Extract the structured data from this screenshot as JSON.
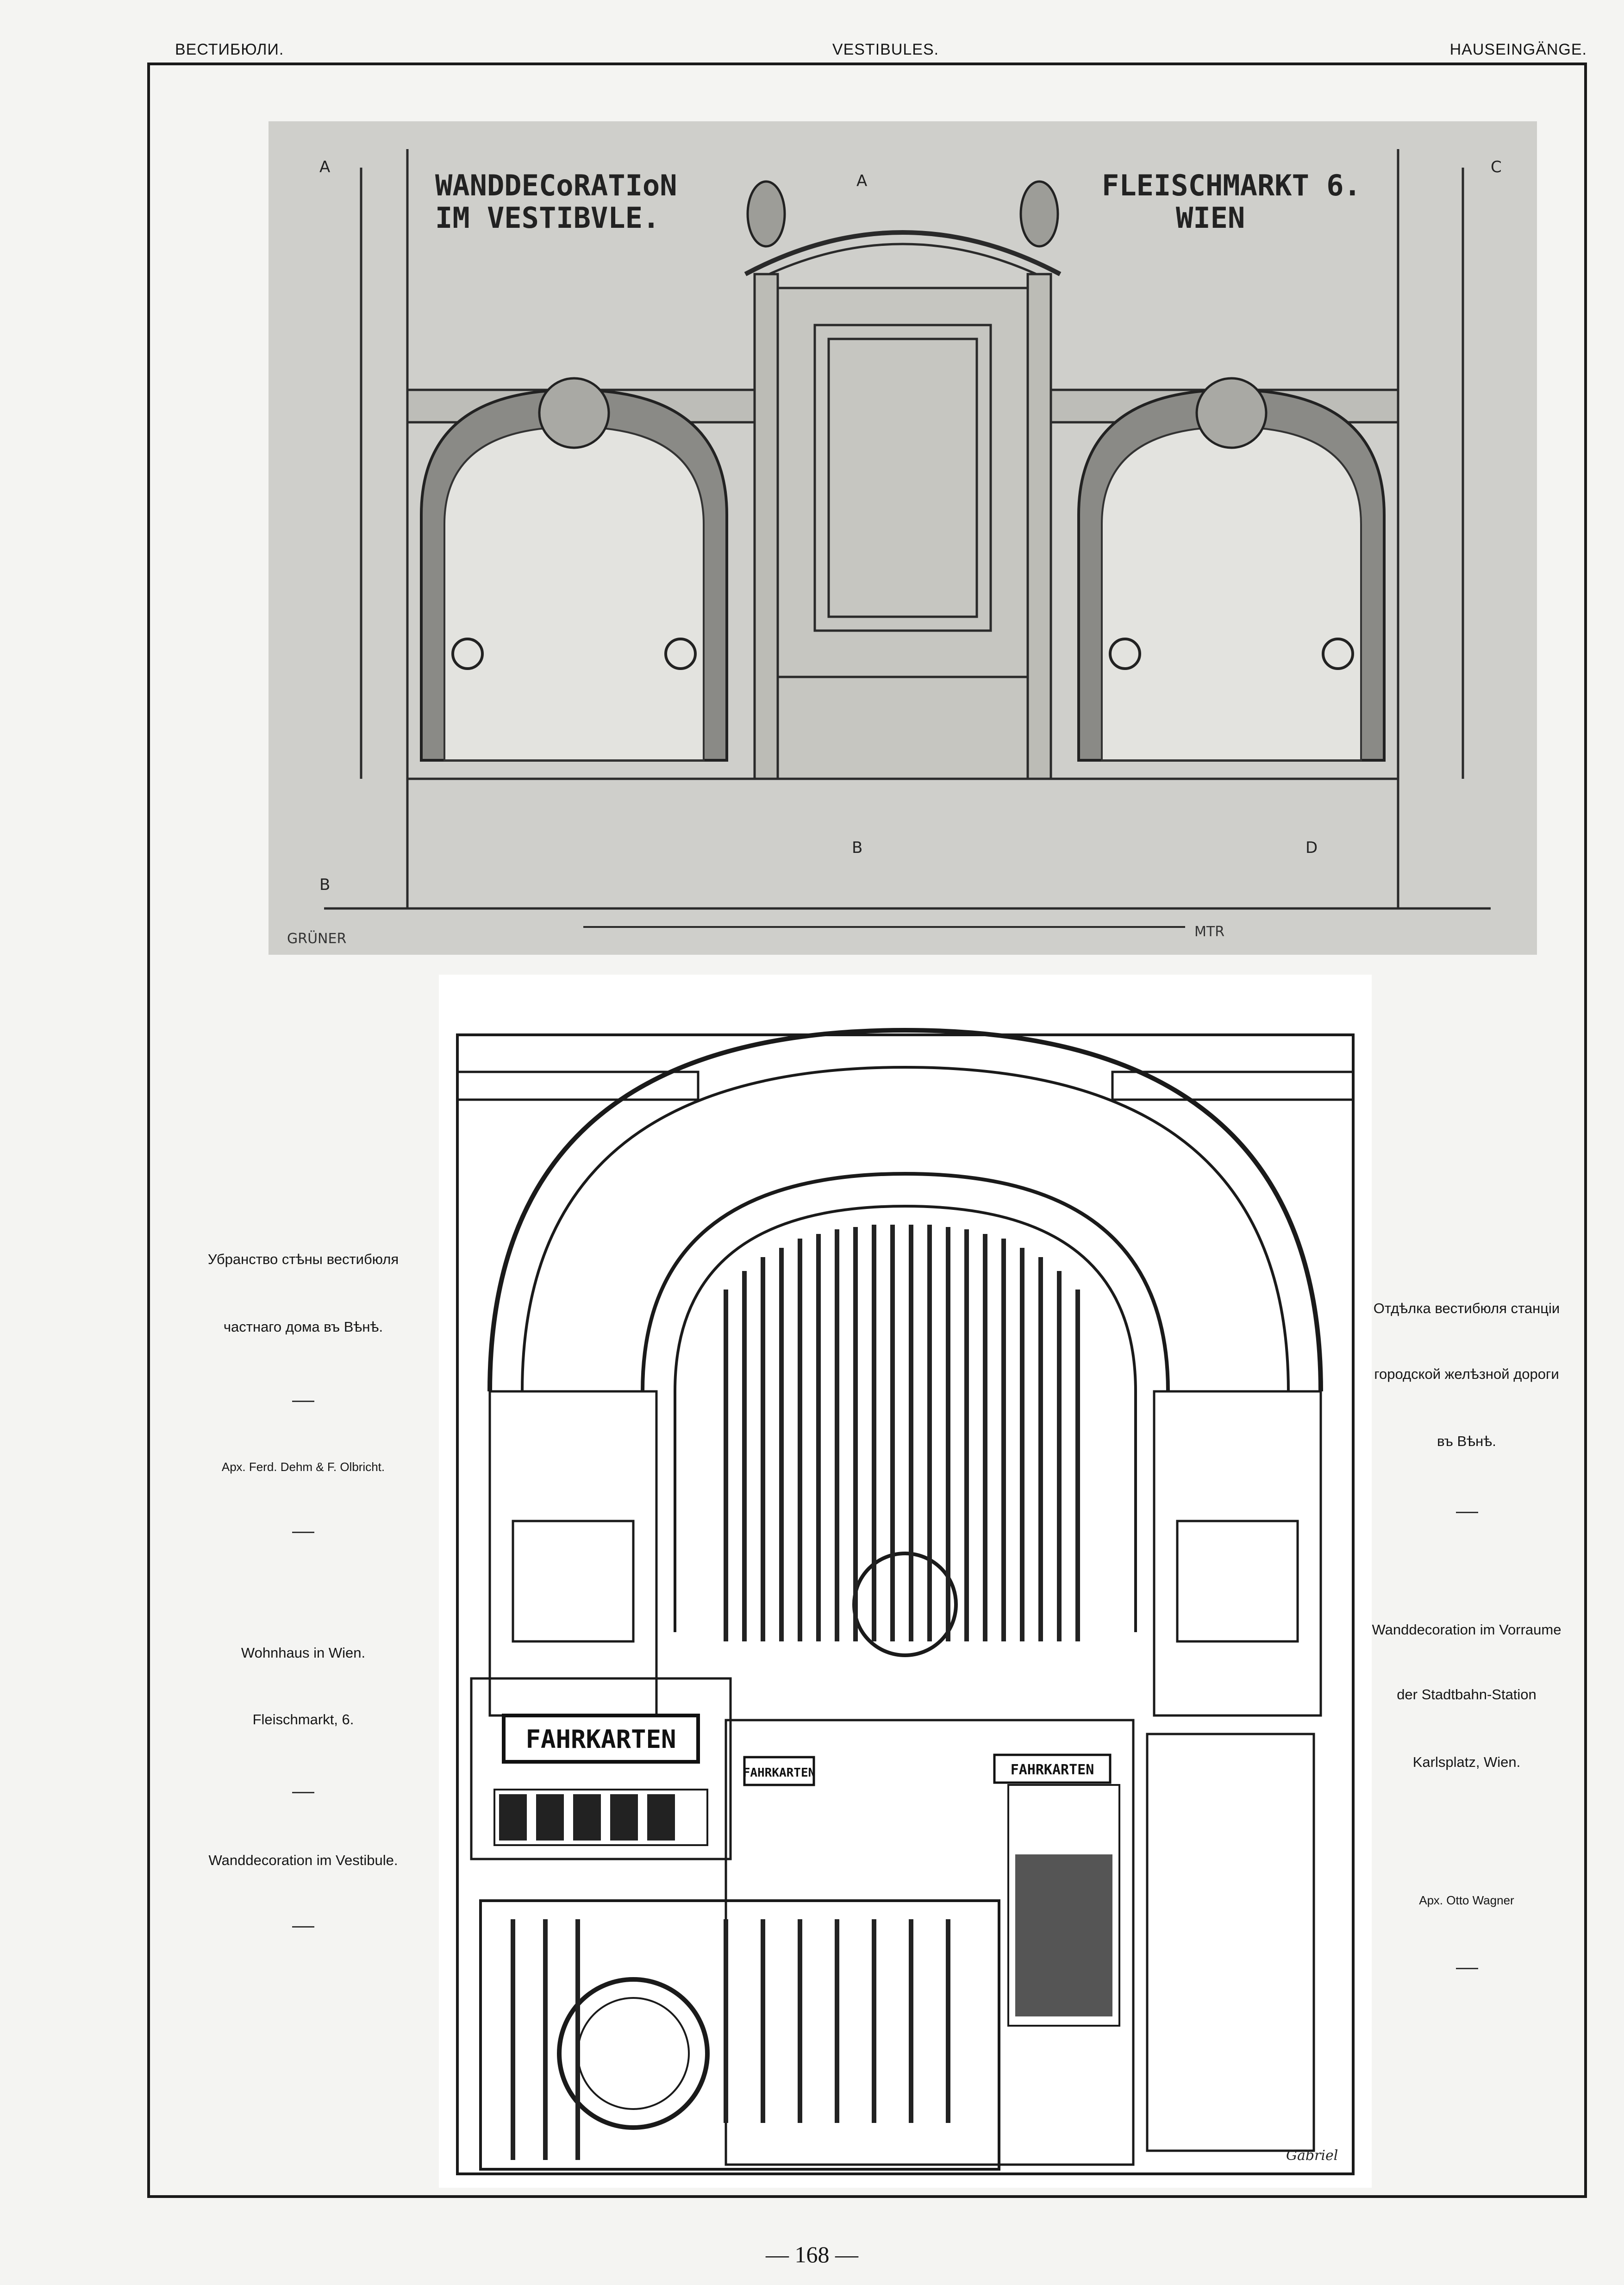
{
  "header": {
    "left": "ВЕСТИБЮЛИ.",
    "center": "VESTIBULES.",
    "right": "HAUSEINGÄNGE."
  },
  "plate_top": {
    "title_line1": "WANDDECoRATIoN",
    "title_line2": "IM VESTIBVLE.",
    "place_line1": "FLEISCHMARKT 6.",
    "place_line2": "WIEN",
    "signature": "GRÜNER",
    "scale_unit": "MTR",
    "marks": {
      "A": "A",
      "B": "B",
      "C": "C",
      "D": "D"
    }
  },
  "plate_bottom": {
    "sign_main": "FAHRKARTEN",
    "sign_small": "FAHRKARTEN",
    "signature": "Gabriel"
  },
  "left_caption": {
    "line1": "Убранство стѣны вестибюля",
    "line2": "частнаго дома въ Вѣнѣ.",
    "architect": "Арх. Ferd. Dehm & F. Olbricht.",
    "line3": "Wohnhaus in Wien.",
    "line4": "Fleischmarkt, 6.",
    "line5": "Wanddecoration im Vestibule."
  },
  "right_caption": {
    "line1": "Отдѣлка вестибюля станціи",
    "line2": "городской желѣзной дороги",
    "line3": "въ Вѣнѣ.",
    "line4": "Wanddecoration im Vorraume",
    "line5": "der Stadtbahn-Station",
    "line6": "Karlsplatz, Wien.",
    "architect": "Арх. Otto Wagner"
  },
  "page_number": "— 168 —"
}
